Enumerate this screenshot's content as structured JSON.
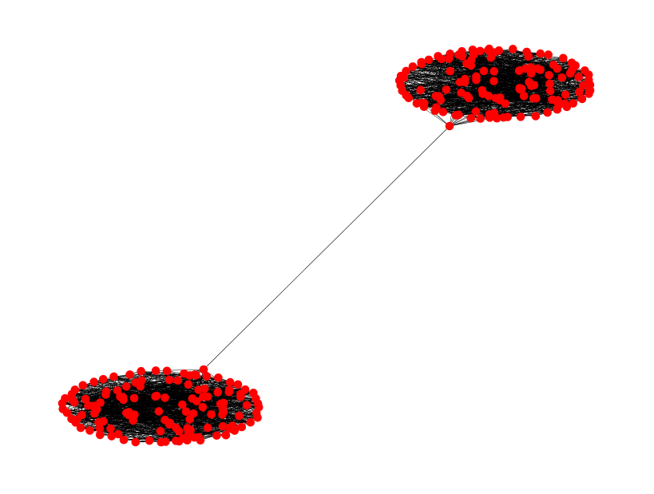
{
  "diagram": {
    "type": "network-graph",
    "layout": "spring",
    "clusters": [
      {
        "id": "cluster-a",
        "position": "upper-right",
        "node_count": 130
      },
      {
        "id": "cluster-b",
        "position": "lower-left",
        "node_count": 130
      }
    ],
    "bridge_edges": 1,
    "colors": {
      "node": "#ff0000",
      "edge": "#000000",
      "background": "#ffffff"
    }
  }
}
